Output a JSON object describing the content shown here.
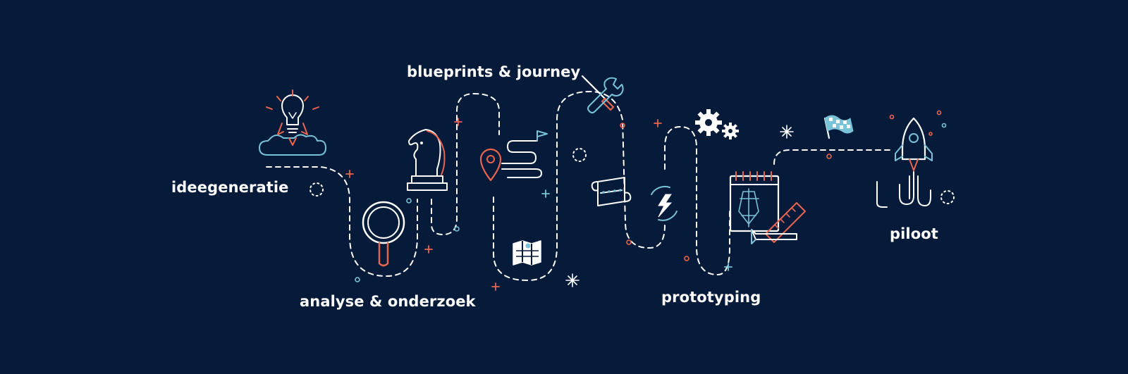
{
  "colors": {
    "background": "#061a3a",
    "line": "#ffffff",
    "accent_red": "#e8664f",
    "accent_blue": "#79c3d8"
  },
  "steps": [
    {
      "label": "ideegeneratie",
      "icon": "lightbulb-rocket-icon"
    },
    {
      "label": "analyse & onderzoek",
      "icon": "magnifier-icon"
    },
    {
      "label": "blueprints & journey",
      "icon": "tools-icon"
    },
    {
      "label": "prototyping",
      "icon": "blueprint-calendar-icon"
    },
    {
      "label": "piloot",
      "icon": "rocket-icon"
    }
  ]
}
